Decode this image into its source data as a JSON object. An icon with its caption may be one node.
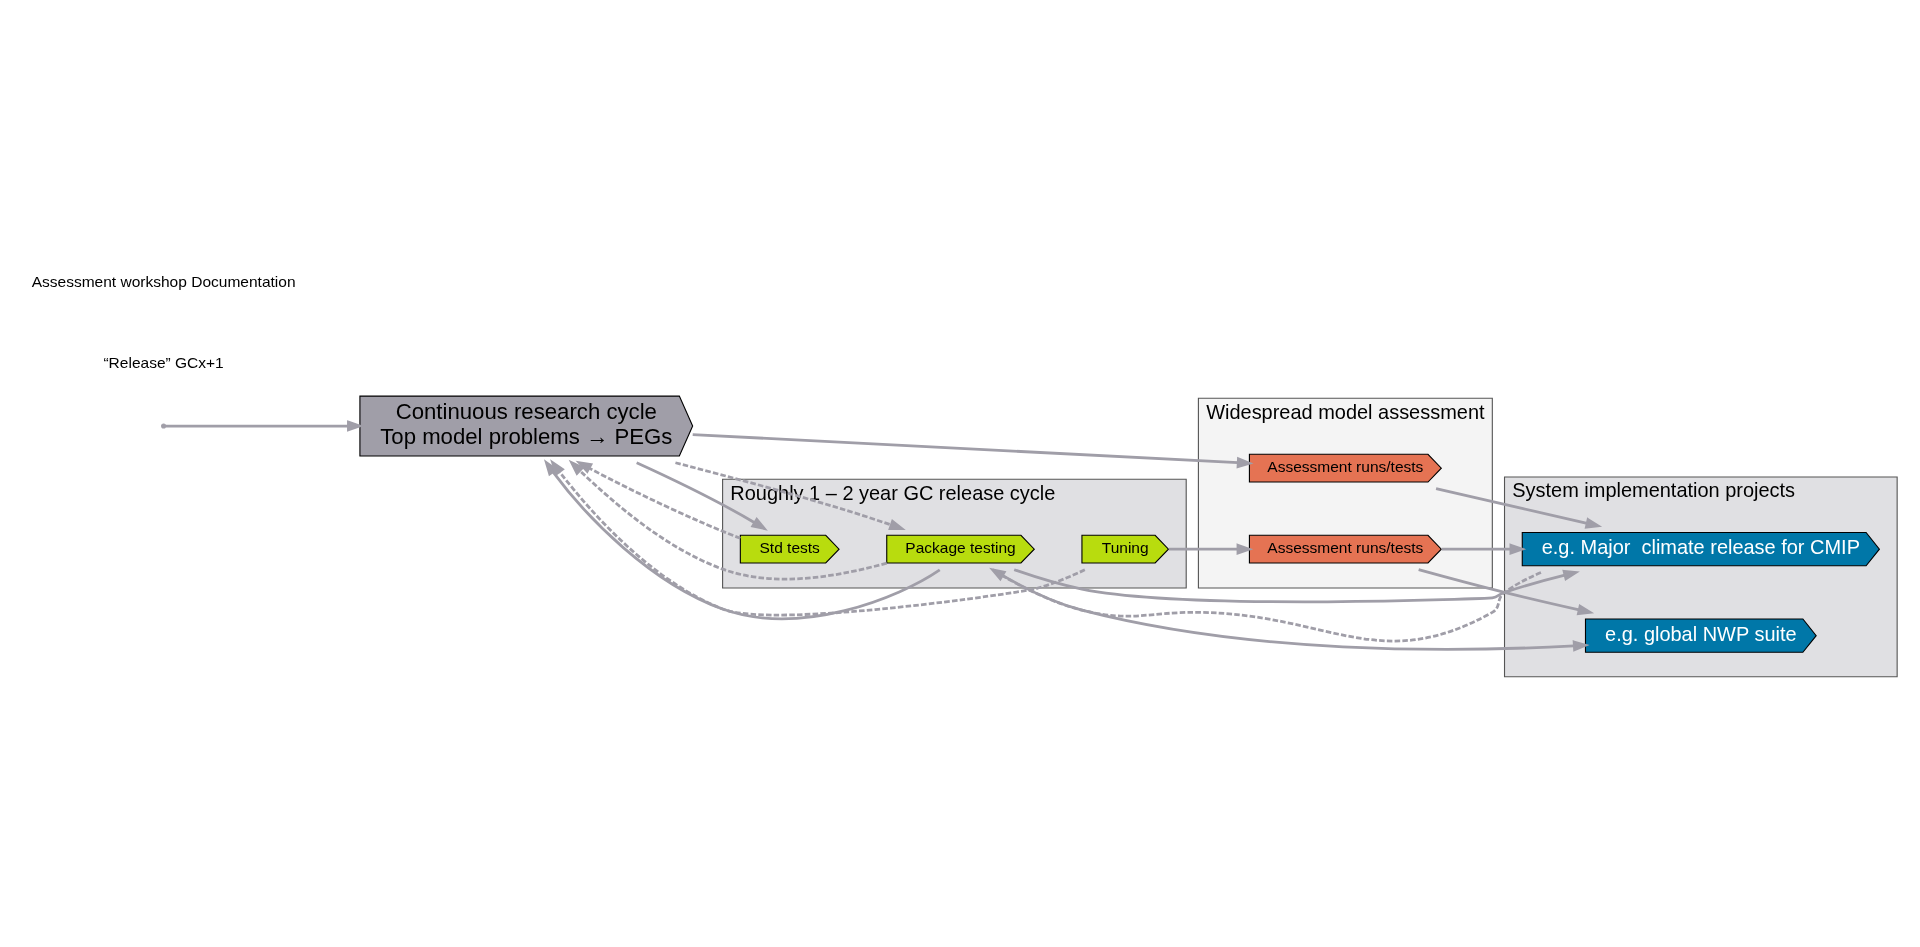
{
  "diagram": {
    "nodes": [
      {
        "text": [
          "Continuous research cycle",
          "Top model problems → PEGs"
        ]
      },
      {
        "text": [
          "Roughly 1 – 2 year GC release cycle"
        ]
      },
      {
        "text": [
          "Std tests"
        ],
        "in": 1
      },
      {
        "text": [
          "Package testing"
        ],
        "in": 1
      },
      {
        "text": [
          "Tuning"
        ],
        "in": 1
      },
      {
        "text": [
          "Widespread model assessment"
        ]
      },
      {
        "text": [
          "Assessment runs/tests"
        ],
        "in": 5
      },
      {
        "text": [
          "Assessment runs/tests"
        ],
        "in": 5
      },
      {
        "text": [
          "System implementation projects"
        ]
      },
      {
        "text": [
          "e.g. global NWP suite"
        ],
        "in": 8
      },
      {
        "text": [
          "e.g. Major  climate release for CMIP"
        ],
        "in": 8
      }
    ],
    "edges": [
      {
        "from": 0,
        "to": 2,
        "arrow": "to"
      },
      {
        "from": 0,
        "to": 6,
        "arrow": "to"
      },
      {
        "from": 2,
        "to": 0,
        "arrow": "to",
        "style": "dashed"
      },
      {
        "from": 3,
        "to": 0,
        "arrow": "to"
      },
      {
        "from": 0,
        "to": 3,
        "arrow": "to",
        "style": "dashed"
      },
      {
        "from": 3,
        "to": 0,
        "arrow": "to",
        "style": "dashed"
      },
      {
        "from": 4,
        "to": 0,
        "arrow": "to",
        "style": "dashed"
      },
      {
        "from": 6,
        "to": 10,
        "arrow": "to"
      },
      {
        "from": 3,
        "to": 9,
        "arrow": "to"
      },
      {
        "from": 3,
        "to": 10,
        "arrow": "to"
      },
      {
        "from": 10,
        "to": 3,
        "arrow": "to",
        "style": "dashed"
      },
      {
        "from": 4,
        "to": 7,
        "arrow": "to"
      },
      {
        "from": 7,
        "to": 9,
        "arrow": "to"
      },
      {
        "from": 7,
        "to": 10,
        "arrow": "to"
      },
      {
        "from": null,
        "to": 0,
        "arrow": "to"
      }
    ],
    "labels": [
      "“Release” GCx+1",
      "Assessment workshop Documentation"
    ]
  }
}
